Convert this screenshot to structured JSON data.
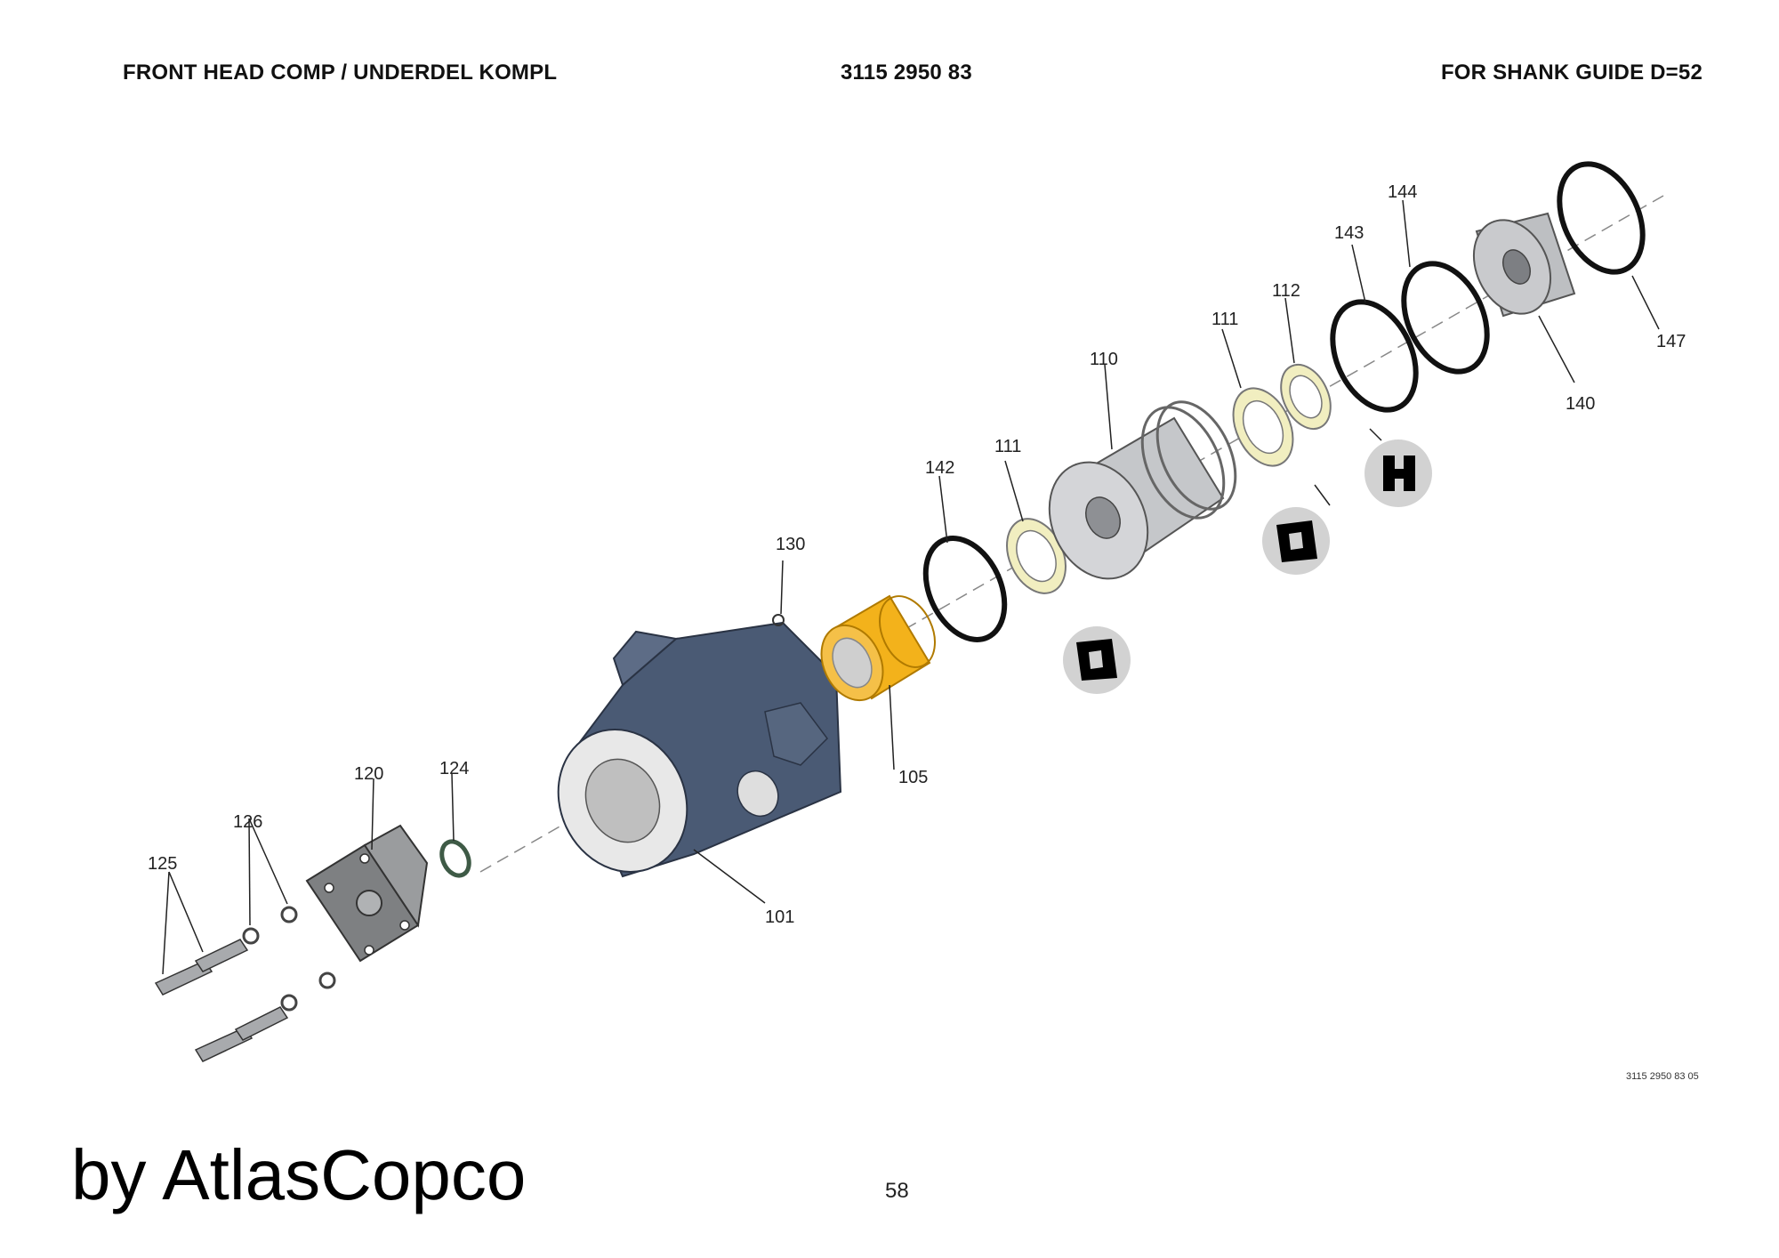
{
  "header": {
    "title": "FRONT HEAD COMP / UNDERDEL KOMPL",
    "part_number": "3115 2950 83",
    "note": "FOR SHANK GUIDE D=52"
  },
  "callouts": [
    {
      "id": "c101",
      "label": "101"
    },
    {
      "id": "c105",
      "label": "105"
    },
    {
      "id": "c110",
      "label": "110"
    },
    {
      "id": "c111a",
      "label": "111"
    },
    {
      "id": "c111b",
      "label": "111"
    },
    {
      "id": "c112",
      "label": "112"
    },
    {
      "id": "c120",
      "label": "120"
    },
    {
      "id": "c124",
      "label": "124"
    },
    {
      "id": "c125",
      "label": "125"
    },
    {
      "id": "c126",
      "label": "126"
    },
    {
      "id": "c130",
      "label": "130"
    },
    {
      "id": "c140",
      "label": "140"
    },
    {
      "id": "c142",
      "label": "142"
    },
    {
      "id": "c143",
      "label": "143"
    },
    {
      "id": "c144",
      "label": "144"
    },
    {
      "id": "c147",
      "label": "147"
    }
  ],
  "colors": {
    "housing": "#4a5a74",
    "bushing": "#f3b21b",
    "seal_ring": "#f1eec0",
    "guide": "#c5c7ca",
    "line": "#222222"
  },
  "drawing_code": "3115 2950 83 05",
  "footer": {
    "brand": "by AtlasCopco",
    "page_number": "58"
  }
}
